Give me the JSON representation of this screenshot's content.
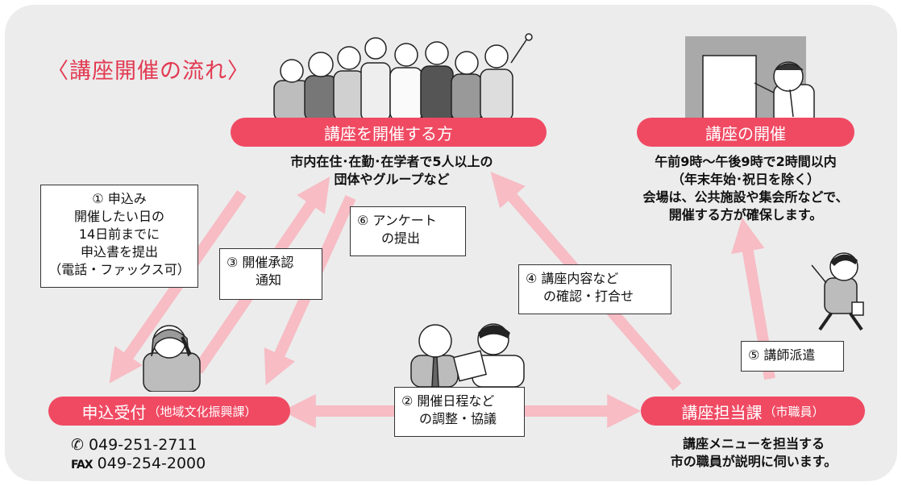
{
  "title": "〈講座開催の流れ〉",
  "nodes": {
    "organizer": {
      "label": "講座を開催する方",
      "desc": [
        "市内在住･在勤･在学者で5人以上の",
        "団体やグループなど"
      ]
    },
    "event": {
      "label": "講座の開催",
      "desc": [
        "午前9時〜午後9時で2時間以内",
        "（年末年始･祝日を除く）",
        "会場は、公共施設や集会所などで、",
        "開催する方が確保します。"
      ]
    },
    "reception": {
      "label": "申込受付",
      "sub": "（地域文化振興課）",
      "phone_icon": "phone-icon",
      "phone": "049-251-2711",
      "fax_label": "FAX",
      "fax": "049-254-2000"
    },
    "dept": {
      "label": "講座担当課",
      "sub": "（市職員）",
      "desc": [
        "講座メニューを担当する",
        "市の職員が説明に伺います。"
      ]
    }
  },
  "steps": {
    "s1": [
      "① 申込み",
      "開催したい日の",
      "14日前までに",
      "申込書を提出",
      "（電話・ファックス可）"
    ],
    "s2": [
      "② 開催日程など",
      "の調整・協議"
    ],
    "s3": [
      "③ 開催承認",
      "通知"
    ],
    "s4": [
      "④ 講座内容など",
      "の確認・打合せ"
    ],
    "s5": [
      "⑤ 講師派遣"
    ],
    "s6": [
      "⑥ アンケート",
      "の提出"
    ]
  },
  "colors": {
    "accent": "#f04a63",
    "arrow": "#f7bcc4",
    "panel": "#ececec"
  }
}
